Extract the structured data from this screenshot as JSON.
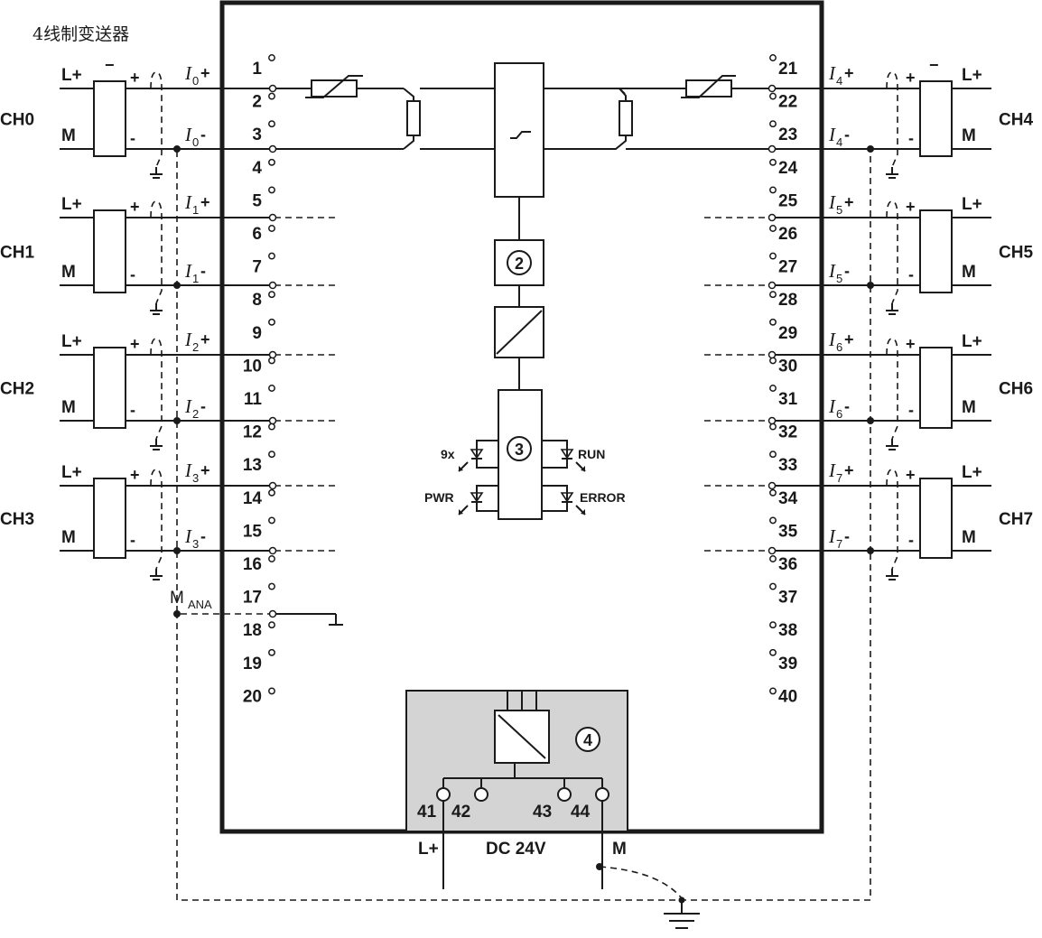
{
  "title": "4线制变送器",
  "channels_left": [
    "CH0",
    "CH1",
    "CH2",
    "CH3"
  ],
  "channels_right": [
    "CH4",
    "CH5",
    "CH6",
    "CH7"
  ],
  "lplus": "L+",
  "m": "M",
  "plus": "+",
  "minus": "-",
  "transmitter_minus": "−",
  "current_letter": "I",
  "current_subs_left": [
    "0",
    "1",
    "2",
    "3"
  ],
  "current_subs_right": [
    "4",
    "5",
    "6",
    "7"
  ],
  "terminals_left": [
    "1",
    "2",
    "3",
    "4",
    "5",
    "6",
    "7",
    "8",
    "9",
    "10",
    "11",
    "12",
    "13",
    "14",
    "15",
    "16",
    "17",
    "18",
    "19",
    "20"
  ],
  "terminals_right": [
    "21",
    "22",
    "23",
    "24",
    "25",
    "26",
    "27",
    "28",
    "29",
    "30",
    "31",
    "32",
    "33",
    "34",
    "35",
    "36",
    "37",
    "38",
    "39",
    "40"
  ],
  "manа_main": "M",
  "mana_sub": "ANA",
  "block_numbers": [
    "2",
    "3",
    "4"
  ],
  "led_labels": {
    "ninex": "9x",
    "run": "RUN",
    "pwr": "PWR",
    "error": "ERROR"
  },
  "power_terminals": [
    "41",
    "42",
    "43",
    "44"
  ],
  "power_labels": {
    "lplus": "L+",
    "dc": "DC 24V",
    "m": "M"
  }
}
